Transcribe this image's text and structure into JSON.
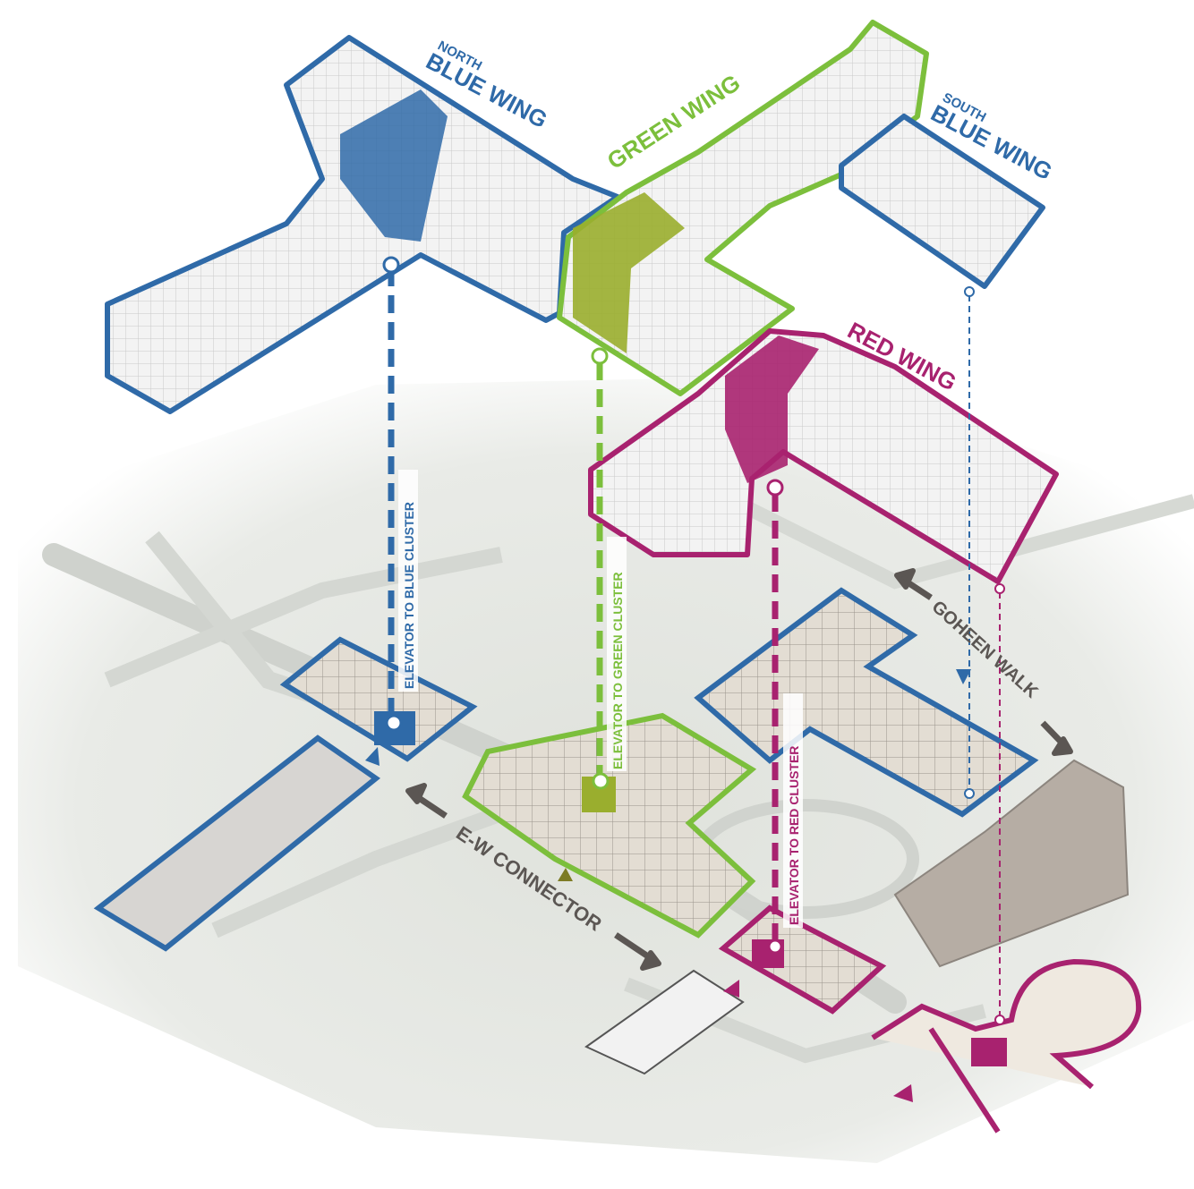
{
  "colors": {
    "blue": "#2f6aa8",
    "green": "#7cbf3c",
    "green_fill": "#9aae2e",
    "red": "#a8226f",
    "gray_text": "#5b5653",
    "ground": "#e4e6e1",
    "path": "#cfd2cd"
  },
  "wings": {
    "north_blue": {
      "prefix": "NORTH",
      "name": "BLUE WING"
    },
    "green": {
      "name": "GREEN WING"
    },
    "south_blue": {
      "prefix": "SOUTH",
      "name": "BLUE WING"
    },
    "red": {
      "name": "RED WING"
    }
  },
  "elevators": {
    "blue": "ELEVATOR TO BLUE CLUSTER",
    "green": "ELEVATOR TO GREEN CLUSTER",
    "red": "ELEVATOR  TO RED CLUSTER"
  },
  "walkways": {
    "ew_connector": "E-W CONNECTOR",
    "goheen_walk": "GOHEEN WALK"
  }
}
